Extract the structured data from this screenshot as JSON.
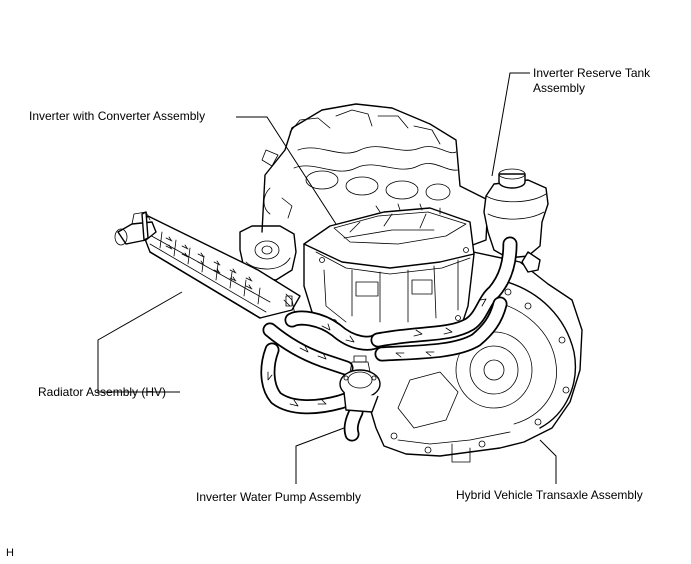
{
  "labels": {
    "inverter_with_converter": "Inverter with Converter Assembly",
    "inverter_reserve_tank_line1": "Inverter Reserve Tank",
    "inverter_reserve_tank_line2": "Assembly",
    "radiator_assembly": "Radiator Assembly (HV)",
    "inverter_water_pump": "Inverter Water Pump Assembly",
    "hybrid_transaxle": "Hybrid Vehicle Transaxle Assembly"
  },
  "figure_code": "H"
}
